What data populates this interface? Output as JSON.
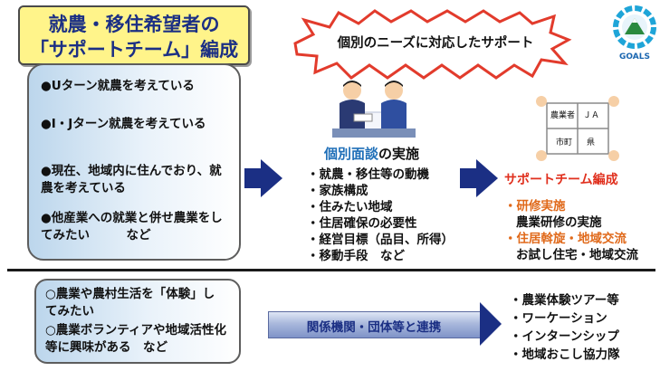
{
  "title": {
    "line1": "就農・移住希望者の",
    "line2": "「サポートチーム」編成"
  },
  "conditions": [
    "●Uターン就農を考えている",
    "●I・Jターン就農を考えている",
    "●現在、地域内に住んでおり、就農を考えている",
    "●他産業への就業と併せ農業をしてみたい　　　など"
  ],
  "banner": "個別のニーズに対応したサポート",
  "interview": {
    "heading_emph": "個別面談",
    "heading_rest": "の実施",
    "items": [
      "・就農・移住等の動機",
      "・家族構成",
      "・住みたい地域",
      "・住居確保の必要性",
      "・経営目標（品目、所得）",
      "・移動手段　など"
    ]
  },
  "puzzle_labels": [
    "農業者",
    "ＪＡ",
    "市町",
    "県"
  ],
  "team": {
    "heading": "サポートチーム編成",
    "item1_title": "・研修実施",
    "item1_detail": "農業研修の実施",
    "item2_title": "・住居斡旋・地域交流",
    "item2_detail": "お試し住宅・地域交流"
  },
  "experience": [
    "○農業や農村生活を「体験」してみたい",
    "○農業ボランティアや地域活性化等に興味がある　など"
  ],
  "coop_label": "関係機関・団体等と連携",
  "programs": [
    "・農業体験ツアー等",
    "・ワーケーション",
    "・インターンシップ",
    "・地域おこし協力隊"
  ],
  "logo_text": "GOALS",
  "colors": {
    "title_bg": "#fff48a",
    "navy": "#1b2f84",
    "red": "#e0301e",
    "orange": "#e0691a",
    "blue": "#1f6fb8"
  }
}
